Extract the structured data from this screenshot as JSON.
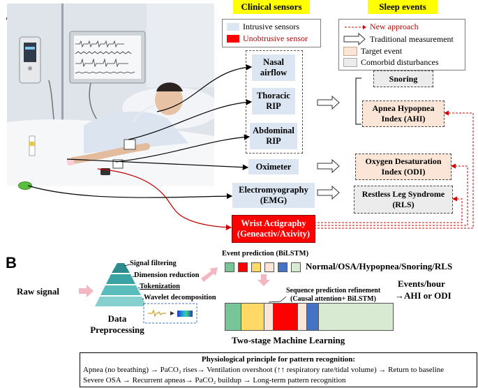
{
  "panel_a": {
    "letter": "A",
    "headers": {
      "clinical": "Clinical sensors",
      "sleep": "Sleep events"
    },
    "sensor_legend": {
      "intrusive": "Intrusive sensors",
      "unobtrusive": "Unobtrusive sensor"
    },
    "sensors": {
      "nasal": [
        "Nasal",
        "airflow"
      ],
      "thoracic": [
        "Thoracic",
        "RIP"
      ],
      "abdominal": [
        "Abdominal",
        "RIP"
      ],
      "oximeter": "Oximeter",
      "emg": [
        "Electromyography",
        "(EMG)"
      ],
      "wrist": [
        "Wrist Actigraphy",
        "(Geneactiv/Axivity)"
      ]
    },
    "event_legend": {
      "new": "New approach",
      "traditional": "Traditional measurement",
      "target": "Target event",
      "comorbid": "Comorbid disturbances"
    },
    "events": {
      "snoring": "Snoring",
      "ahi": [
        "Apnea Hypopnea",
        "Index (AHI)"
      ],
      "odi": [
        "Oxygen Desaturation",
        "Index (ODI)"
      ],
      "rls": [
        "Restless Leg Syndrome",
        "(RLS)"
      ]
    }
  },
  "panel_b": {
    "letter": "B",
    "raw_signal": "Raw signal",
    "pyramid": [
      "Signal filtering",
      "Dimension reduction",
      "Tokenization",
      "Wavelet decomposition"
    ],
    "preprocessing": [
      "Data",
      "Preprocessing"
    ],
    "event_prediction": "Event prediction (BiLSTM)",
    "classes": "Normal/OSA/Hypopnea/Snoring/RLS",
    "refinement": [
      "Sequence prediction refinement",
      "(Causal attention+ BiLSTM)"
    ],
    "events_hour": [
      "Events/hour",
      "→AHI or ODI"
    ],
    "two_stage": "Two-stage Machine Learning",
    "principle": {
      "title": "Physiological principle  for pattern recognition:",
      "line1": "Apnea  (no breathing) → PaCO₂ rises→ Ventilation overshoot (↑↑ respiratory rate/tidal volume) → Return to baseline",
      "line2": "Severe OSA → Recurrent apneas→ PaCO₂ buildup → Long-term pattern recognition"
    }
  },
  "colors": {
    "yellow": "#ffff00",
    "sensor_blue": "#dbe6f2",
    "red": "#ff0000",
    "target": "#fbe5d6",
    "comorbid": "#ececec",
    "seq": [
      "#77c69a",
      "#ffd966",
      "#fbe5d6",
      "#ff0000",
      "#4472c4",
      "#d9ead3"
    ]
  }
}
